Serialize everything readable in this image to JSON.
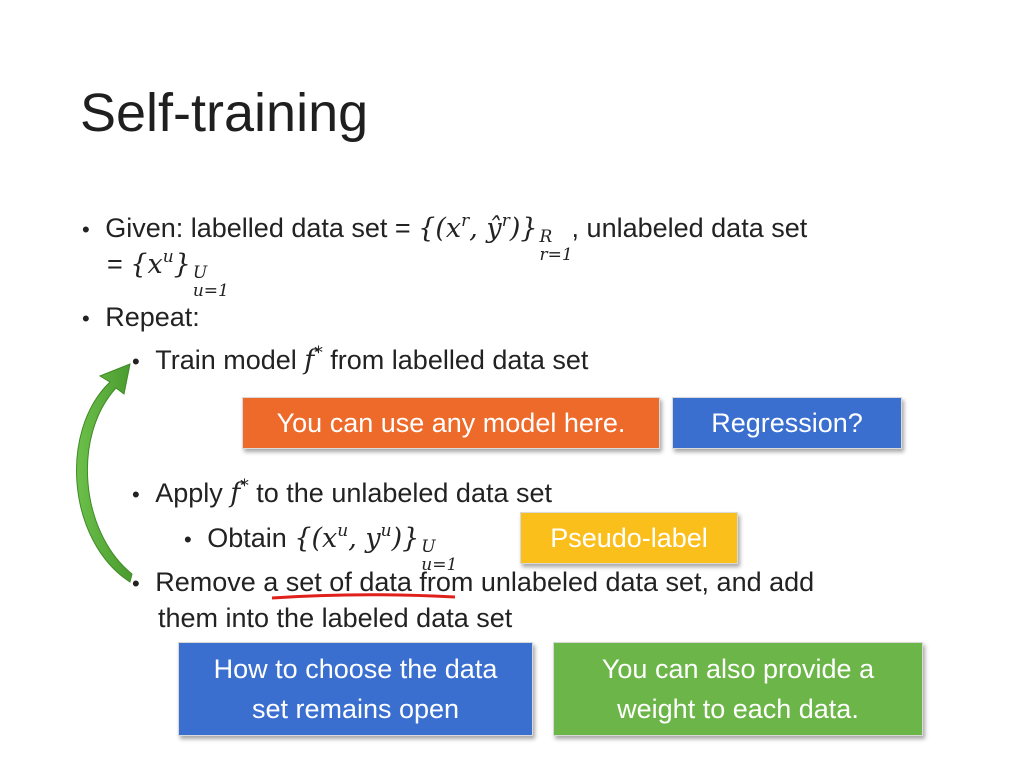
{
  "slide": {
    "title": "Self-training",
    "given_prefix": "Given: labelled data set = ",
    "given_labelled_set": "{(x",
    "given_r1": "r",
    "given_mid": ", ŷ",
    "given_r2": "r",
    "given_close": ")}",
    "given_sup_R": "R",
    "given_sub_r1": "r=1",
    "given_suffix": ", unlabeled data set",
    "given_line2_prefix": "= ",
    "given_unlabeled_set": "{x",
    "given_u": "u",
    "given_close2": "}",
    "given_sup_U": "U",
    "given_sub_u1": "u=1",
    "repeat": "Repeat:",
    "train_prefix": "Train model ",
    "train_f": "f",
    "train_star": "*",
    "train_suffix": " from labelled data set",
    "apply_prefix": "Apply ",
    "apply_f": "f",
    "apply_star": "*",
    "apply_suffix": " to the unlabeled data set",
    "obtain_prefix": "Obtain ",
    "obtain_set": "{(x",
    "obtain_u1": "u",
    "obtain_mid": ", y",
    "obtain_u2": "u",
    "obtain_close": ")}",
    "obtain_sup_U": "U",
    "obtain_sub_u1": "u=1",
    "remove_prefix": "Remove ",
    "remove_underlined": "a set of data",
    "remove_suffix": " from unlabeled data set, and add",
    "remove_line2": "them into the labeled data set"
  },
  "callouts": {
    "any_model": "You can use any model here.",
    "regression": "Regression?",
    "pseudo_label": "Pseudo-label",
    "choose_data_line1": "How to choose the data",
    "choose_data_line2": "set remains open",
    "weight_line1": "You can also provide a",
    "weight_line2": "weight to each data."
  },
  "colors": {
    "orange": "#ee6a2a",
    "blue": "#3a6fd0",
    "yellow": "#fbbf1c",
    "green": "#6cb548",
    "arrow_green": "#5aa33c",
    "underline_red": "#e0201b"
  },
  "icons": {
    "bullet": "•",
    "loop_arrow": "curved-arrow-icon"
  }
}
